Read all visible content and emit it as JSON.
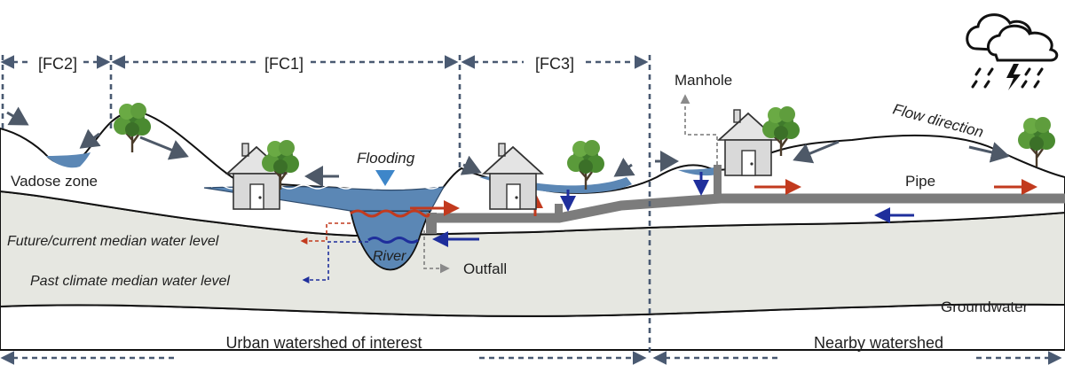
{
  "zones": {
    "fc2": "[FC2]",
    "fc1": "[FC1]",
    "fc3": "[FC3]"
  },
  "labels": {
    "vadose_zone": "Vadose zone",
    "flooding": "Flooding",
    "manhole": "Manhole",
    "flow_direction": "Flow direction",
    "pipe": "Pipe",
    "future_current_level": "Future/current median water level",
    "past_climate_level": "Past climate median water level",
    "river": "River",
    "outfall": "Outfall",
    "groundwater": "Groundwater"
  },
  "watersheds": {
    "urban": "Urban watershed of interest",
    "nearby": "Nearby watershed"
  },
  "colors": {
    "water": "#5b87b5",
    "ground_fill": "#e6e7e1",
    "dash": "#4a5a72",
    "red_arrow": "#c23a1e",
    "blue_arrow": "#1f2f9c",
    "grey_arrow": "#4e5968",
    "pipe": "#7c7c7c"
  },
  "icons": [
    "house-icon",
    "tree-icon",
    "storm-cloud-icon",
    "rain-icon",
    "lightning-icon"
  ]
}
